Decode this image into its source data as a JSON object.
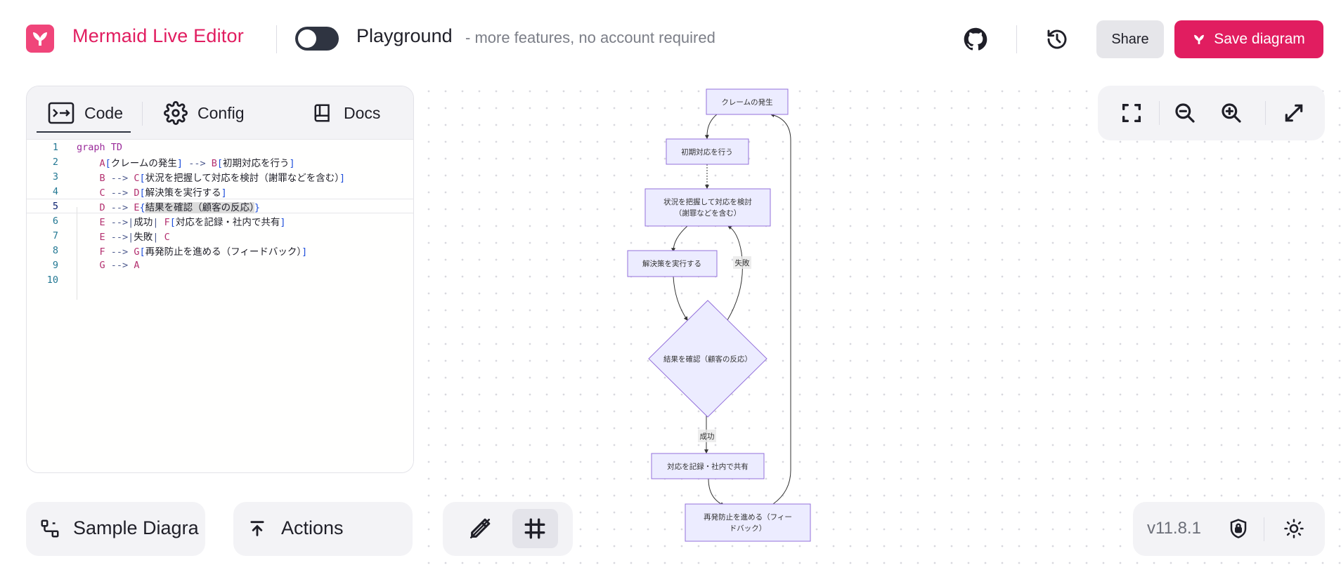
{
  "header": {
    "brand": "Mermaid Live Editor",
    "playground_title": "Playground",
    "playground_subtitle": "- more features, no account required",
    "share_label": "Share",
    "save_label": "Save diagram"
  },
  "editor": {
    "tabs": {
      "code": "Code",
      "config": "Config",
      "docs": "Docs"
    },
    "line_numbers": [
      "1",
      "2",
      "3",
      "4",
      "5",
      "6",
      "7",
      "8",
      "9",
      "10"
    ]
  },
  "bottom": {
    "sample_label": "Sample Diagra",
    "actions_label": "Actions",
    "version": "v11.8.1"
  },
  "diagram": {
    "nodes": {
      "A": "クレームの発生",
      "B": "初期対応を行う",
      "C_line1": "状況を把握して対応を検討",
      "C_line2": "（謝罪などを含む）",
      "D": "解決策を実行する",
      "E": "結果を確認（顧客の反応）",
      "F": "対応を記録・社内で共有",
      "G_line1": "再発防止を進める（フィー",
      "G_line2": "ドバック）"
    },
    "edge_labels": {
      "fail": "失敗",
      "success": "成功"
    },
    "colors": {
      "node_fill": "#ececff",
      "node_stroke": "#9370db",
      "edge": "#333333"
    }
  },
  "colors": {
    "accent": "#e11d60",
    "logo": "#f0457a",
    "toggle": "#2f3441"
  },
  "icons": {
    "github": "github-icon",
    "history": "history-icon",
    "fullscreen": "fullscreen-icon",
    "zoom_out": "zoom-out-icon",
    "zoom_in": "zoom-in-icon",
    "expand": "expand-icon",
    "pencil": "pencil-icon",
    "grid": "grid-icon",
    "shield": "shield-icon",
    "sun": "sun-icon"
  }
}
